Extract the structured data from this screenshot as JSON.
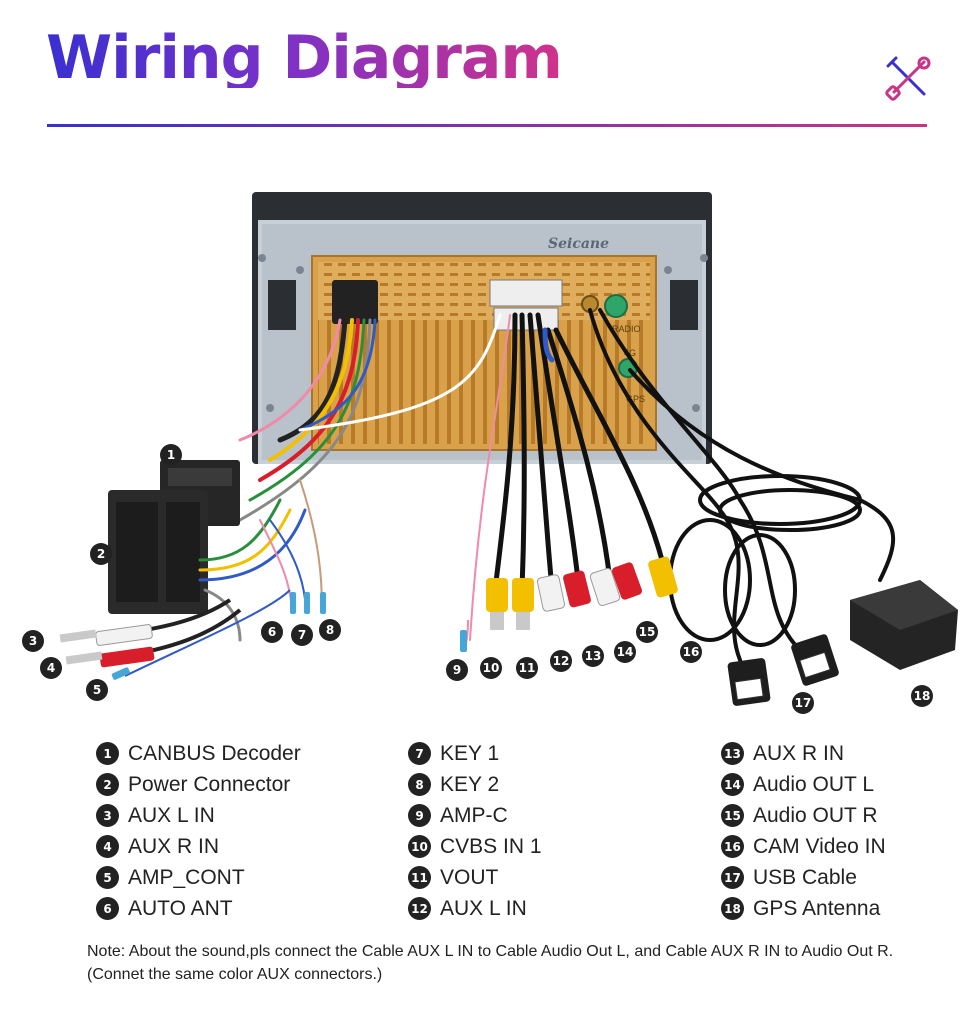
{
  "title": "Wiring Diagram",
  "brand": "Seicane",
  "unit_labels": {
    "radio": "RADIO",
    "label_4g": "4G",
    "label_gps": "GPS"
  },
  "callouts": [
    "1",
    "2",
    "3",
    "4",
    "5",
    "6",
    "7",
    "8",
    "9",
    "10",
    "11",
    "12",
    "13",
    "14",
    "15",
    "16",
    "17",
    "18"
  ],
  "legend": [
    [
      {
        "num": "1",
        "label": "CANBUS Decoder"
      },
      {
        "num": "2",
        "label": "Power Connector"
      },
      {
        "num": "3",
        "label": "AUX L IN"
      },
      {
        "num": "4",
        "label": "AUX R IN"
      },
      {
        "num": "5",
        "label": "AMP_CONT"
      },
      {
        "num": "6",
        "label": "AUTO ANT"
      }
    ],
    [
      {
        "num": "7",
        "label": "KEY 1"
      },
      {
        "num": "8",
        "label": "KEY 2"
      },
      {
        "num": "9",
        "label": "AMP-C"
      },
      {
        "num": "10",
        "label": "CVBS IN 1"
      },
      {
        "num": "11",
        "label": "VOUT"
      },
      {
        "num": "12",
        "label": "AUX L IN"
      }
    ],
    [
      {
        "num": "13",
        "label": "AUX R IN"
      },
      {
        "num": "14",
        "label": "Audio OUT L"
      },
      {
        "num": "15",
        "label": "Audio OUT R"
      },
      {
        "num": "16",
        "label": "CAM Video IN"
      },
      {
        "num": "17",
        "label": "USB Cable"
      },
      {
        "num": "18",
        "label": "GPS Antenna"
      }
    ]
  ],
  "note": "Note: About the sound,pls connect the Cable AUX L IN to Cable Audio Out L, and Cable AUX R IN to Audio Out R.(Connet the same color AUX connectors.)",
  "colors": {
    "title_start": "#3a2fd1",
    "title_end": "#d0328a",
    "rca_yellow": "#f2c000",
    "rca_white": "#f2f2f2",
    "rca_red": "#d81e2b",
    "amber_chassis": "#d9a24a",
    "steel_frame": "#c5ccd3"
  }
}
